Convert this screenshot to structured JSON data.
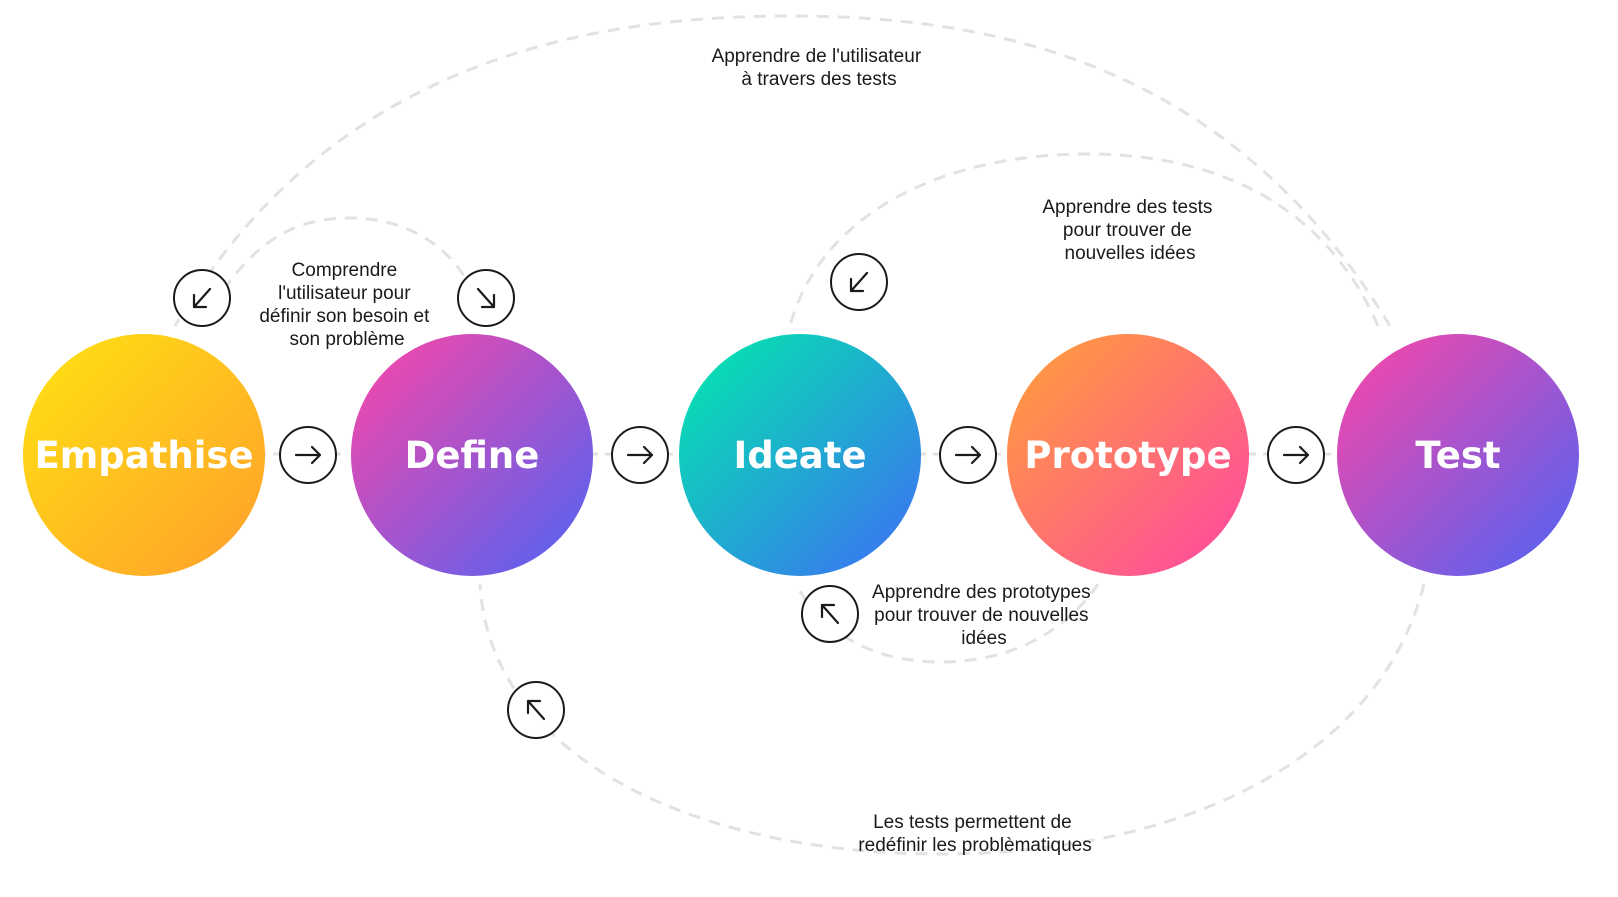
{
  "stages": [
    {
      "id": "empathise",
      "label": "Empathise",
      "gradient": [
        "#ffe312",
        "#ff9e2c"
      ]
    },
    {
      "id": "define",
      "label": "Define",
      "gradient": [
        "#ff45a6",
        "#4c64f5"
      ]
    },
    {
      "id": "ideate",
      "label": "Ideate",
      "gradient": [
        "#00ecaa",
        "#3f6cf6"
      ]
    },
    {
      "id": "prototype",
      "label": "Prototype",
      "gradient": [
        "#ffa236",
        "#ff45a6"
      ]
    },
    {
      "id": "test",
      "label": "Test",
      "gradient": [
        "#ff45a6",
        "#4c64f5"
      ]
    }
  ],
  "notes": {
    "learn_user_tests": [
      "Apprendre de l'utilisateur",
      "à travers des tests"
    ],
    "understand_user": [
      "Comprendre",
      "l'utilisateur pour",
      "définir son besoin et",
      "son problème"
    ],
    "tests_new_ideas": [
      "Apprendre des tests",
      "pour trouver de",
      "nouvelles idées"
    ],
    "prototypes_new_ideas": [
      "Apprendre des prototypes",
      "pour trouver de nouvelles",
      "idées"
    ],
    "tests_redefine": [
      "Les tests permettent de",
      "redéfinir les problèmatiques"
    ]
  },
  "icons": {
    "forward": "arrow-right-icon",
    "down_left": "arrow-down-left-icon",
    "down_right": "arrow-down-right-icon",
    "up_left": "arrow-up-left-icon"
  },
  "colors": {
    "dashed_line": "#e2e2e2",
    "text": "#1a1a1a",
    "stage_text": "#ffffff"
  }
}
